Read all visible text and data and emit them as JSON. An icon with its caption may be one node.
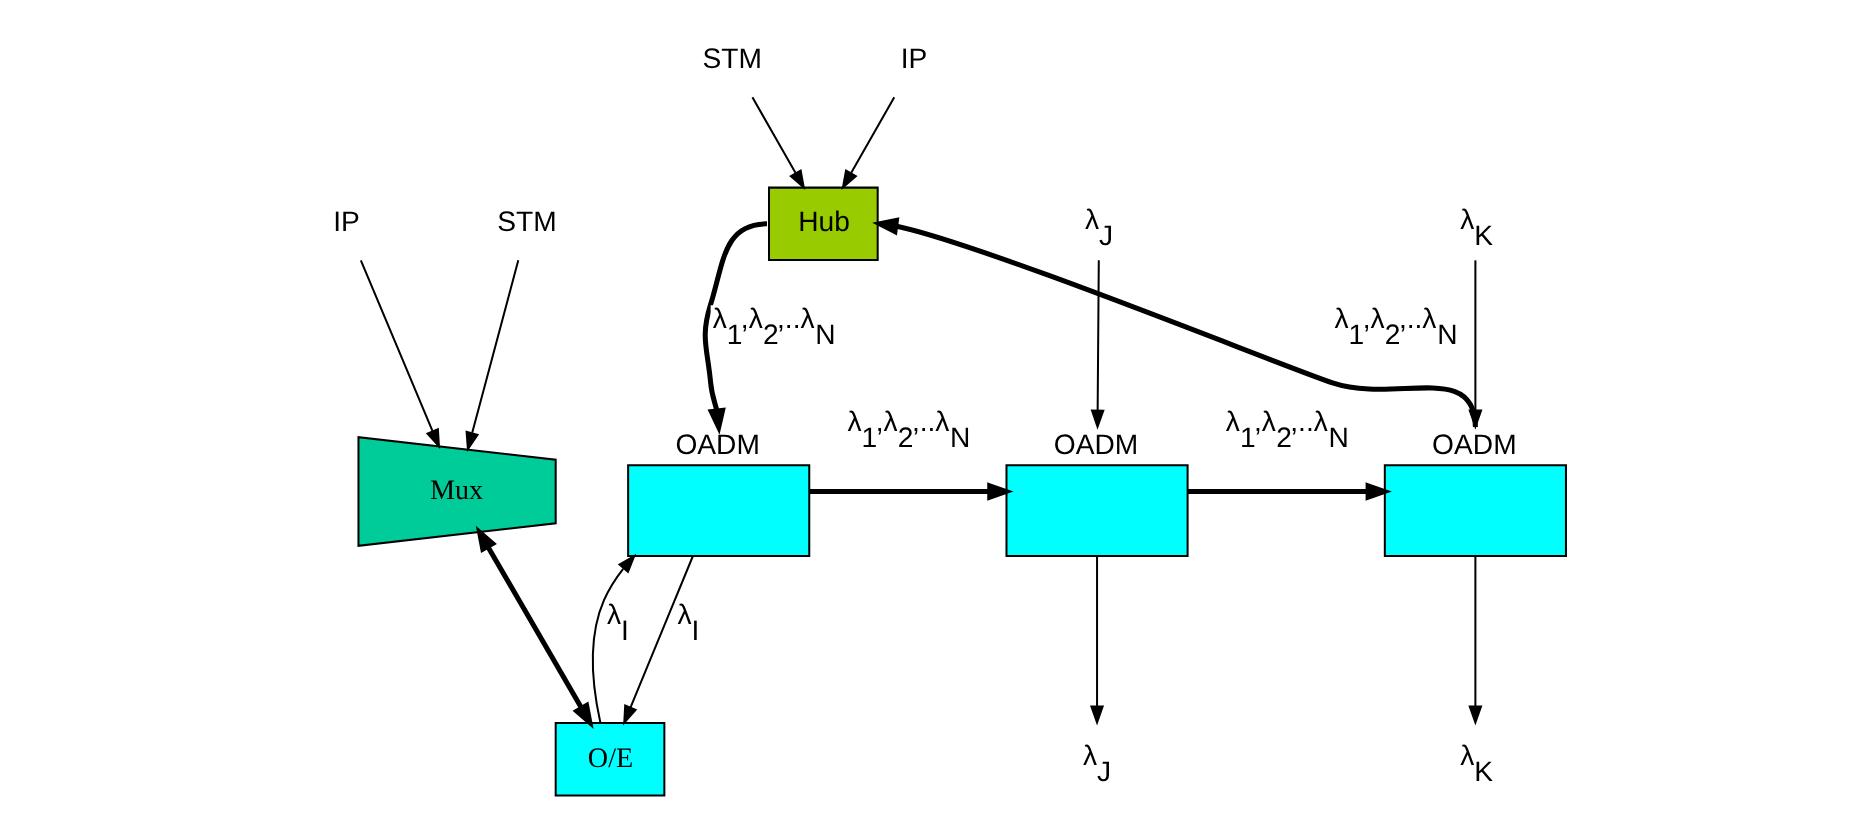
{
  "diagram": {
    "nodes": [
      {
        "text": [
          "STM"
        ]
      },
      {
        "text": [
          "IP"
        ]
      },
      {
        "text": [
          "Hub"
        ]
      },
      {
        "text": [
          "OADM"
        ]
      },
      {
        "text": [
          "OADM"
        ]
      },
      {
        "text": [
          "OADM"
        ]
      },
      {
        "text": [
          "O/E"
        ]
      },
      {
        "text": [
          "IP"
        ]
      },
      {
        "text": [
          "STM"
        ]
      },
      {
        "text": [
          "Mux"
        ]
      },
      {
        "text": [
          "λ$_{J}$"
        ]
      },
      {
        "text": [
          "λ$_{J}$"
        ]
      },
      {
        "text": [
          "λ$_{K}$"
        ]
      },
      {
        "text": [
          "λ$_{K}$"
        ]
      }
    ],
    "edges": [
      {
        "from": 0,
        "to": 2,
        "arrow": "to"
      },
      {
        "from": 1,
        "to": 2,
        "arrow": "to"
      },
      {
        "from": 2,
        "to": 3,
        "arrow": "to",
        "label": "λ$_{1}$,λ$_{2}$,..λ$_{N}$",
        "style": "thick"
      },
      {
        "from": 3,
        "to": 4,
        "arrow": "to",
        "label": "λ$_{1}$,λ$_{2}$,..λ$_{N}$",
        "style": "thick"
      },
      {
        "from": 4,
        "to": 5,
        "arrow": "to",
        "label": "λ$_{1}$,λ$_{2}$,..λ$_{N}$",
        "style": "thick"
      },
      {
        "from": 5,
        "to": 2,
        "arrow": "to",
        "label": "λ$_{1}$,λ$_{2}$,..λ$_{N}$",
        "style": "thick"
      },
      {
        "from": 3,
        "to": 6,
        "arrow": "to",
        "label": "λ$_{I}$"
      },
      {
        "from": 6,
        "to": 3,
        "arrow": "to",
        "label": "λ$_{I}$"
      },
      {
        "from": 9,
        "to": 6,
        "arrow": "both",
        "style": "thick"
      },
      {
        "from": 7,
        "to": 9,
        "arrow": "to"
      },
      {
        "from": 8,
        "to": 9,
        "arrow": "to"
      },
      {
        "from": 4,
        "to": 10,
        "arrow": "to"
      },
      {
        "from": 11,
        "to": 4,
        "arrow": "to"
      },
      {
        "from": 5,
        "to": 12,
        "arrow": "to"
      },
      {
        "from": 13,
        "to": 5,
        "arrow": "to"
      }
    ]
  }
}
